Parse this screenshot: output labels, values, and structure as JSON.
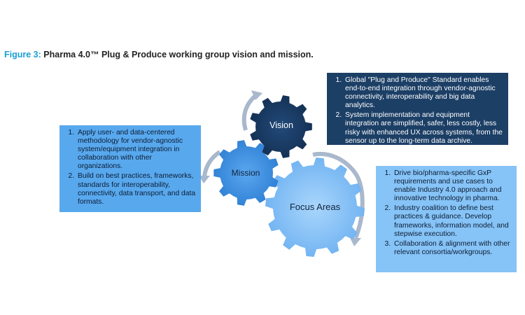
{
  "figure": {
    "label": "Figure 3:",
    "title": "Pharma 4.0™ Plug & Produce working group vision and mission."
  },
  "gears": {
    "vision": "Vision",
    "mission": "Mission",
    "focus": "Focus Areas"
  },
  "boxes": {
    "vision": [
      "Global \"Plug and Produce\" Standard enables end-to-end integration through vendor-agnostic connectivity, interoperability and big data analytics.",
      "System implementation and equipment integration are simplified, safer, less costly, less risky with enhanced UX across systems, from the sensor up to the long-term data archive."
    ],
    "mission": [
      "Apply user- and data-centered methodology for vendor-agnostic system/equipment integration in collaboration with other organizations.",
      "Build on best practices, frameworks, standards for interoperability, connectivity, data transport, and data formats."
    ],
    "focus": [
      "Drive bio/pharma-specific GxP requirements and use cases to enable Industry 4.0 approach and innovative technology in pharma.",
      "Industry coalition to define best practices & guidance. Develop frameworks, information model, and stepwise execution.",
      "Collaboration & alignment with other relevant consortia/workgroups."
    ]
  },
  "colors": {
    "vision_gear": "#183a63",
    "mission_gear": "#3d8fe0",
    "focus_gear": "#7dbaf5",
    "arrow": "#a9b8cc",
    "title_accent": "#1a9fd1"
  }
}
